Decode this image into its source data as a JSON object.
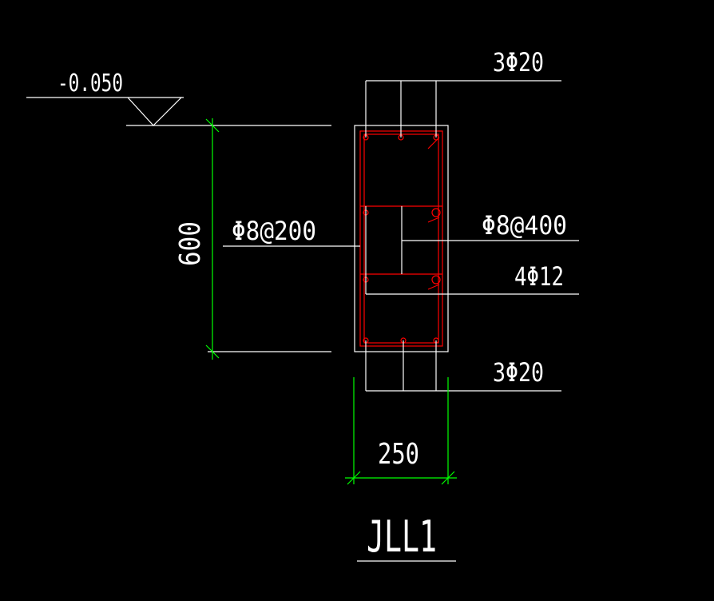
{
  "drawing": {
    "elevation": "-0.050",
    "top_bars": "3Φ20",
    "bottom_bars": "3Φ20",
    "stirrup": "Φ8@200",
    "tie": "Φ8@400",
    "side_bars": "4Φ12",
    "height_dim": "600",
    "width_dim": "250",
    "beam_id": "JLL1"
  },
  "colors": {
    "background": "#000000",
    "outline": "#ffffff",
    "rebar": "#ff0000",
    "dimension": "#00ff00"
  }
}
